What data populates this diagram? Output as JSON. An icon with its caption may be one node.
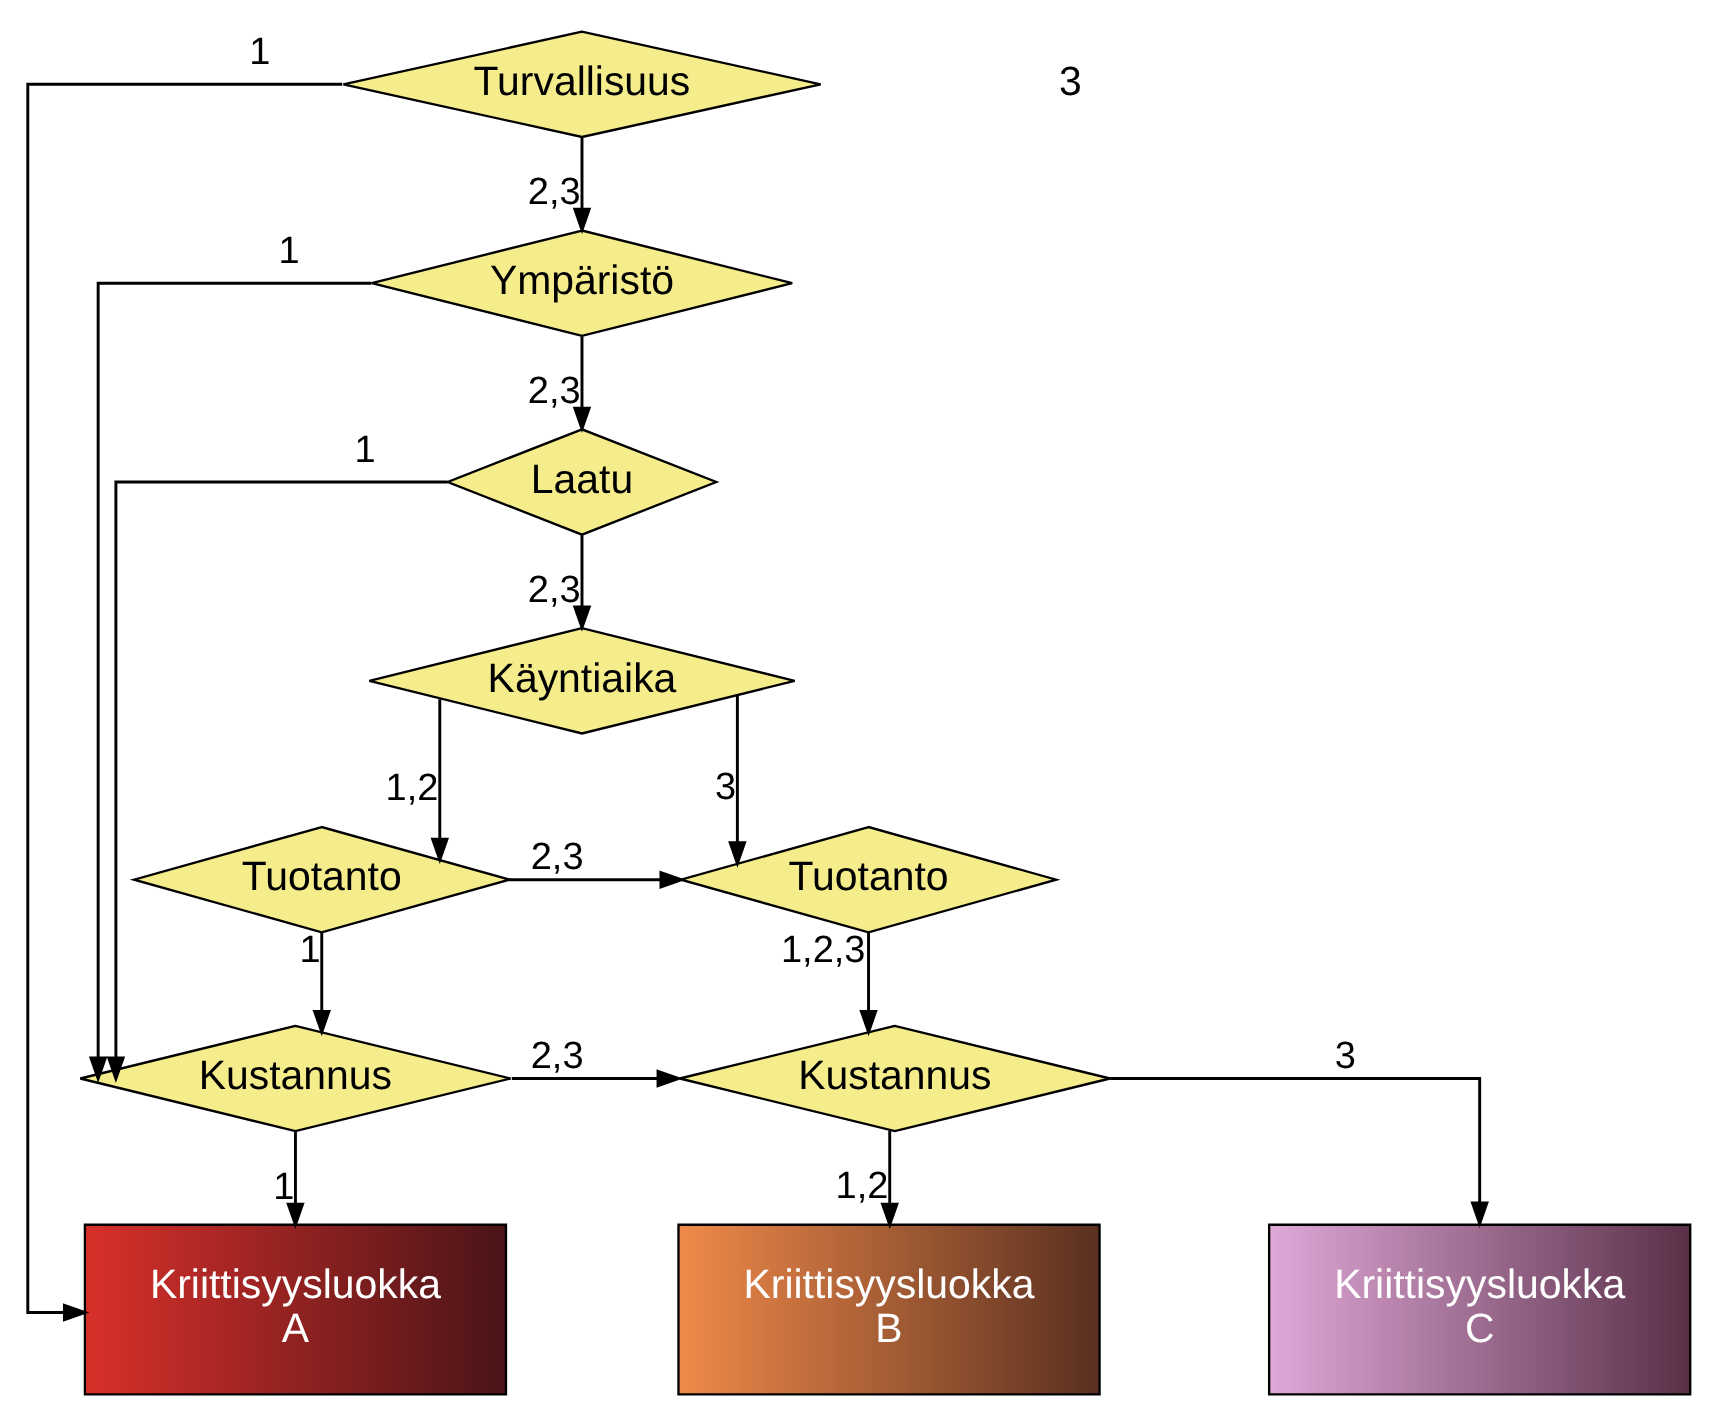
{
  "diagram": {
    "nodes": [
      {
        "text": [
          "Turvallisuus"
        ]
      },
      {
        "text": [
          "Ympäristö"
        ]
      },
      {
        "text": [
          "Laatu"
        ]
      },
      {
        "text": [
          "Käyntiaika"
        ]
      },
      {
        "text": [
          "Tuotanto"
        ]
      },
      {
        "text": [
          "Tuotanto"
        ]
      },
      {
        "text": [
          "Kustannus"
        ]
      },
      {
        "text": [
          "Kustannus"
        ]
      },
      {
        "text": [
          "Kriittisyysluokka A"
        ]
      },
      {
        "text": [
          "Kriittisyysluokka B"
        ]
      },
      {
        "text": [
          "Kriittisyysluokka C"
        ]
      }
    ],
    "edges": [
      {
        "from": 0,
        "to": 8,
        "arrow": "to",
        "label": "1"
      },
      {
        "from": 0,
        "to": 1,
        "arrow": "to",
        "label": "2,3"
      },
      {
        "from": 1,
        "to": 6,
        "arrow": "to",
        "label": "1"
      },
      {
        "from": 1,
        "to": 2,
        "arrow": "to",
        "label": "2,3"
      },
      {
        "from": 2,
        "to": 6,
        "arrow": "to",
        "label": "1"
      },
      {
        "from": 2,
        "to": 3,
        "arrow": "to",
        "label": "2,3"
      },
      {
        "from": 3,
        "to": 4,
        "arrow": "to",
        "label": "1,2"
      },
      {
        "from": 3,
        "to": 5,
        "arrow": "to",
        "label": "3"
      },
      {
        "from": 4,
        "to": 5,
        "arrow": "to",
        "label": "2,3"
      },
      {
        "from": 4,
        "to": 6,
        "arrow": "to",
        "label": "1"
      },
      {
        "from": 5,
        "to": 7,
        "arrow": "to",
        "label": "1,2,3"
      },
      {
        "from": 6,
        "to": 7,
        "arrow": "to",
        "label": "2,3"
      },
      {
        "from": 6,
        "to": 8,
        "arrow": "to",
        "label": "1"
      },
      {
        "from": 7,
        "to": 9,
        "arrow": "to",
        "label": "1,2"
      },
      {
        "from": 7,
        "to": 10,
        "arrow": "to",
        "label": "3"
      }
    ],
    "labels": [
      "3"
    ]
  }
}
